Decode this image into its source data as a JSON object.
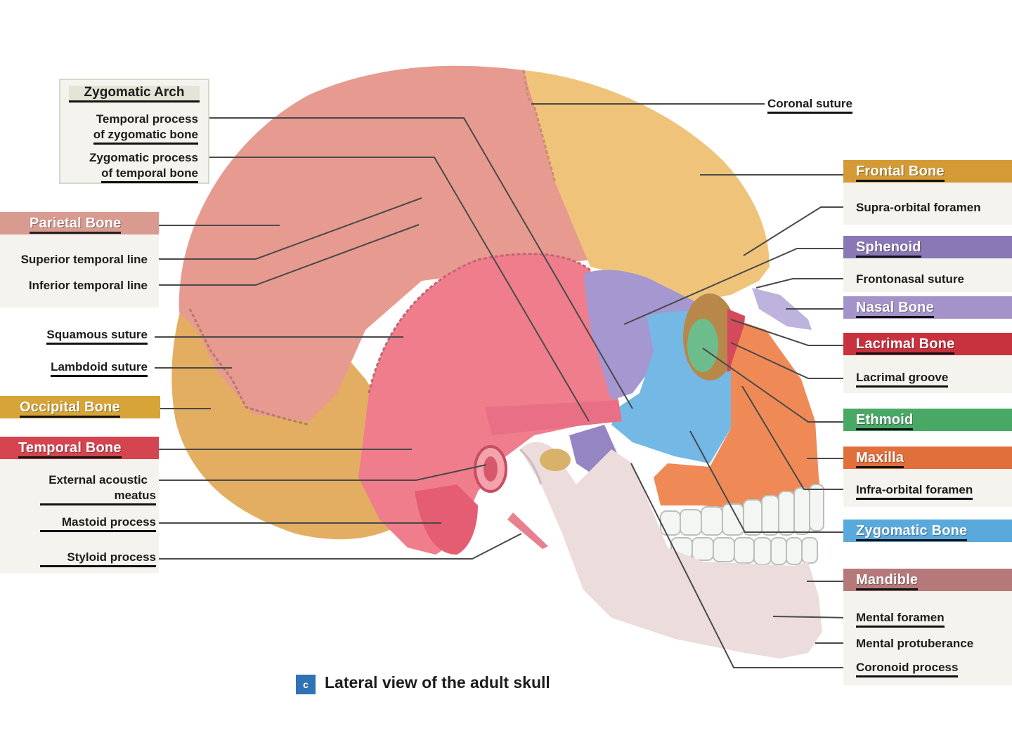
{
  "zygomatic_arch": {
    "title": "Zygomatic Arch",
    "item1_line1": "Temporal process",
    "item1_line2": "of zygomatic bone",
    "item2_line1": "Zygomatic process",
    "item2_line2": "of temporal bone"
  },
  "parietal": {
    "title": "Parietal Bone",
    "color": "#d99a8f",
    "items": [
      "Superior temporal line",
      "Inferior temporal line"
    ]
  },
  "squamous_suture": "Squamous suture",
  "lambdoid_suture": "Lambdoid suture",
  "occipital": {
    "title": "Occipital Bone",
    "color": "#d6a437"
  },
  "temporal": {
    "title": "Temporal Bone",
    "color": "#d4454f",
    "items": [
      "External acoustic",
      "meatus",
      "Mastoid process",
      "Styloid process"
    ]
  },
  "coronal_suture": "Coronal suture",
  "frontal": {
    "title": "Frontal Bone",
    "color": "#d49a35",
    "items": [
      "Supra-orbital foramen"
    ]
  },
  "sphenoid": {
    "title": "Sphenoid",
    "color": "#8a78b6",
    "items": [
      "Frontonasal suture"
    ]
  },
  "nasal": {
    "title": "Nasal Bone",
    "color": "#a493c9"
  },
  "lacrimal": {
    "title": "Lacrimal Bone",
    "color": "#c8323e",
    "items": [
      "Lacrimal groove"
    ]
  },
  "ethmoid": {
    "title": "Ethmoid",
    "color": "#4aa867"
  },
  "maxilla": {
    "title": "Maxilla",
    "color": "#e06f3c",
    "items": [
      "Infra-orbital foramen"
    ]
  },
  "zygomatic": {
    "title": "Zygomatic Bone",
    "color": "#5aa9dc"
  },
  "mandible": {
    "title": "Mandible",
    "color": "#b6797a",
    "items": [
      "Mental foramen",
      "Mental protuberance",
      "Coronoid process"
    ]
  },
  "caption": {
    "badge": "c",
    "text": "Lateral view of the adult skull"
  }
}
